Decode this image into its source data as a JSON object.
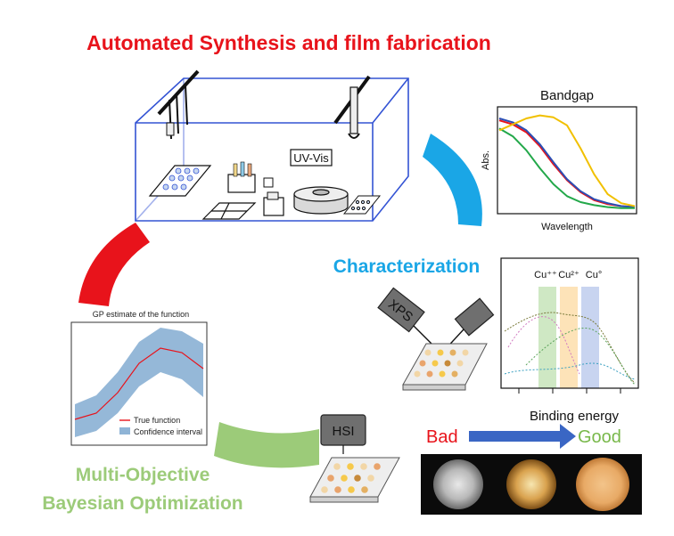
{
  "title": "Automated Synthesis and film fabrication",
  "characterization_label": "Characterization",
  "mobo_label_line1": "Multi-Objective",
  "mobo_label_line2": "Bayesian Optimization",
  "uvvis_label": "UV-Vis",
  "xps_label": "XPS",
  "hsi_label": "HSI",
  "bad_label": "Bad",
  "good_label": "Good",
  "colors": {
    "title": "#e8131b",
    "characterization": "#1aa6e6",
    "bayesian": "#9ccb79",
    "arrow_red": "#e8131b",
    "arrow_blue": "#1aa6e6",
    "arrow_green": "#9ccb79",
    "quality_arrow": "#3a66c4"
  },
  "bandgap_plot": {
    "title": "Bandgap",
    "ylabel": "Abs.",
    "xlabel": "Wavelength",
    "series_colors": [
      "#e8131b",
      "#2a4fb5",
      "#23a84a",
      "#f1c000"
    ]
  },
  "xps_plot": {
    "peak_labels": [
      "Cu⁺⁺",
      "Cu²⁺",
      "Cu°"
    ],
    "xlabel": "Binding energy",
    "band_colors": [
      "#cfe8c4",
      "#fde3b8",
      "#c8d4f0"
    ]
  },
  "gp_plot": {
    "title": "GP estimate of the function",
    "legend": [
      "True function",
      "Confidence interval"
    ],
    "colors": {
      "true_function": "#e8131b",
      "confidence_interval": "#8fb4d6"
    }
  },
  "chart_data": [
    {
      "type": "line",
      "title": "Bandgap",
      "xlabel": "Wavelength",
      "ylabel": "Abs.",
      "x": [
        0,
        1,
        2,
        3,
        4,
        5,
        6,
        7,
        8,
        9,
        10
      ],
      "series": [
        {
          "color": "#e8131b",
          "values": [
            0.9,
            0.86,
            0.78,
            0.64,
            0.46,
            0.3,
            0.18,
            0.1,
            0.06,
            0.04,
            0.03
          ]
        },
        {
          "color": "#2a4fb5",
          "values": [
            0.92,
            0.88,
            0.8,
            0.66,
            0.48,
            0.31,
            0.19,
            0.11,
            0.07,
            0.04,
            0.03
          ]
        },
        {
          "color": "#23a84a",
          "values": [
            0.82,
            0.74,
            0.6,
            0.42,
            0.26,
            0.14,
            0.08,
            0.05,
            0.03,
            0.02,
            0.02
          ]
        },
        {
          "color": "#f1c000",
          "values": [
            0.8,
            0.86,
            0.92,
            0.95,
            0.93,
            0.85,
            0.62,
            0.36,
            0.16,
            0.07,
            0.04
          ]
        }
      ]
    },
    {
      "type": "line",
      "title": "GP estimate of the function",
      "series": [
        {
          "name": "True function",
          "color": "#e8131b",
          "values": [
            0.05,
            0.12,
            0.35,
            0.68,
            0.85,
            0.8,
            0.62
          ]
        },
        {
          "name": "Confidence interval",
          "color": "#8fb4d6",
          "lower": [
            -0.15,
            -0.08,
            0.12,
            0.42,
            0.58,
            0.5,
            0.3
          ],
          "upper": [
            0.22,
            0.32,
            0.58,
            0.92,
            1.08,
            1.04,
            0.9
          ]
        }
      ],
      "x": [
        0,
        1,
        2,
        3,
        4,
        5,
        6
      ]
    },
    {
      "type": "line",
      "xlabel": "Binding energy",
      "x": [
        0,
        1,
        2,
        3,
        4,
        5,
        6,
        7,
        8,
        9,
        10,
        11,
        12,
        13,
        14
      ],
      "series": [
        {
          "values": [
            0.5,
            0.62,
            0.7,
            0.78,
            0.82,
            0.86,
            0.9,
            0.86,
            0.8,
            0.75,
            0.62,
            0.42,
            0.24,
            0.12,
            0.05
          ]
        }
      ]
    }
  ]
}
